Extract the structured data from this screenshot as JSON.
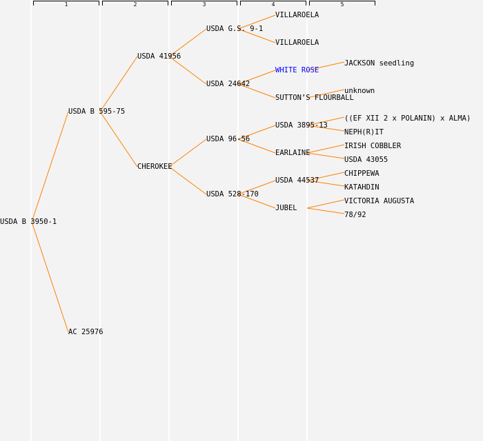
{
  "columns": [
    "1",
    "2",
    "3",
    "4",
    "5"
  ],
  "colors": {
    "line": "#ff8000",
    "highlight": "#0000ff",
    "background": "#f3f3f3"
  },
  "tree": {
    "name": "USDA B 3950-1",
    "children": [
      {
        "name": "USDA B 595-75",
        "children": [
          {
            "name": "USDA 41956",
            "children": [
              {
                "name": "USDA G.S. 9-1",
                "children": [
                  {
                    "name": "VILLAROELA"
                  },
                  {
                    "name": "VILLAROELA"
                  }
                ]
              },
              {
                "name": "USDA 24642",
                "children": [
                  {
                    "name": "WHITE ROSE",
                    "highlight": true,
                    "children": [
                      {
                        "name": "JACKSON seedling"
                      }
                    ]
                  },
                  {
                    "name": "SUTTON’S FLOURBALL",
                    "children": [
                      {
                        "name": "unknown"
                      }
                    ]
                  }
                ]
              }
            ]
          },
          {
            "name": "CHEROKEE",
            "children": [
              {
                "name": "USDA 96-56",
                "children": [
                  {
                    "name": "USDA 3895-13",
                    "children": [
                      {
                        "name": "((EF XII 2 x POLANIN) x ALMA)"
                      },
                      {
                        "name": "NEPH(R)IT"
                      }
                    ]
                  },
                  {
                    "name": "EARLAINE",
                    "children": [
                      {
                        "name": "IRISH COBBLER"
                      },
                      {
                        "name": "USDA 43055"
                      }
                    ]
                  }
                ]
              },
              {
                "name": "USDA 528-170",
                "children": [
                  {
                    "name": "USDA 44537",
                    "children": [
                      {
                        "name": "CHIPPEWA"
                      },
                      {
                        "name": "KATAHDIN"
                      }
                    ]
                  },
                  {
                    "name": "JUBEL",
                    "children": [
                      {
                        "name": "VICTORIA AUGUSTA"
                      },
                      {
                        "name": "78/92"
                      }
                    ]
                  }
                ]
              }
            ]
          }
        ]
      },
      {
        "name": "AC 25976"
      }
    ]
  }
}
